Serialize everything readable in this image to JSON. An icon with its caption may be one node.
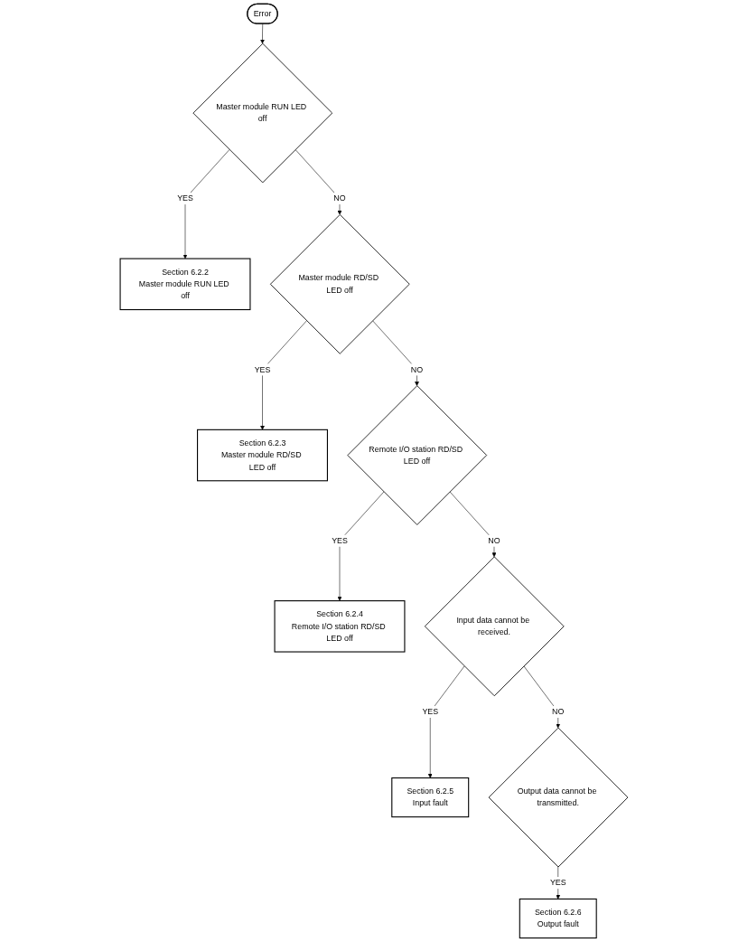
{
  "diagram": {
    "nodes": [
      {
        "text": [
          "Error"
        ]
      },
      {
        "text": [
          "Master module RUN LED off"
        ]
      },
      {
        "text": [
          "Section 6.2.2",
          "Master module RUN LED off"
        ]
      },
      {
        "text": [
          "Master module RD/SD LED off"
        ]
      },
      {
        "text": [
          "Section 6.2.3",
          "Master module RD/SD LED off"
        ]
      },
      {
        "text": [
          "Remote I/O station RD/SD LED off"
        ]
      },
      {
        "text": [
          "Section 6.2.4",
          "Remote I/O station RD/SD LED off"
        ]
      },
      {
        "text": [
          "Input data cannot be received."
        ]
      },
      {
        "text": [
          "Section 6.2.5",
          "Input fault"
        ]
      },
      {
        "text": [
          "Output data cannot be transmitted."
        ]
      },
      {
        "text": [
          "Section 6.2.6",
          "Output fault"
        ]
      }
    ],
    "edges": [
      {
        "from": 0,
        "to": 1,
        "arrow": "to"
      },
      {
        "from": 1,
        "to": 2,
        "label": "YES",
        "arrow": "to"
      },
      {
        "from": 1,
        "to": 3,
        "label": "NO",
        "arrow": "to"
      },
      {
        "from": 3,
        "to": 4,
        "label": "YES",
        "arrow": "to"
      },
      {
        "from": 3,
        "to": 5,
        "label": "NO",
        "arrow": "to"
      },
      {
        "from": 5,
        "to": 6,
        "label": "YES",
        "arrow": "to"
      },
      {
        "from": 5,
        "to": 7,
        "label": "NO",
        "arrow": "to"
      },
      {
        "from": 7,
        "to": 8,
        "label": "YES",
        "arrow": "to"
      },
      {
        "from": 7,
        "to": 9,
        "label": "NO",
        "arrow": "to"
      },
      {
        "from": 9,
        "to": 10,
        "label": "YES",
        "arrow": "to"
      }
    ]
  }
}
